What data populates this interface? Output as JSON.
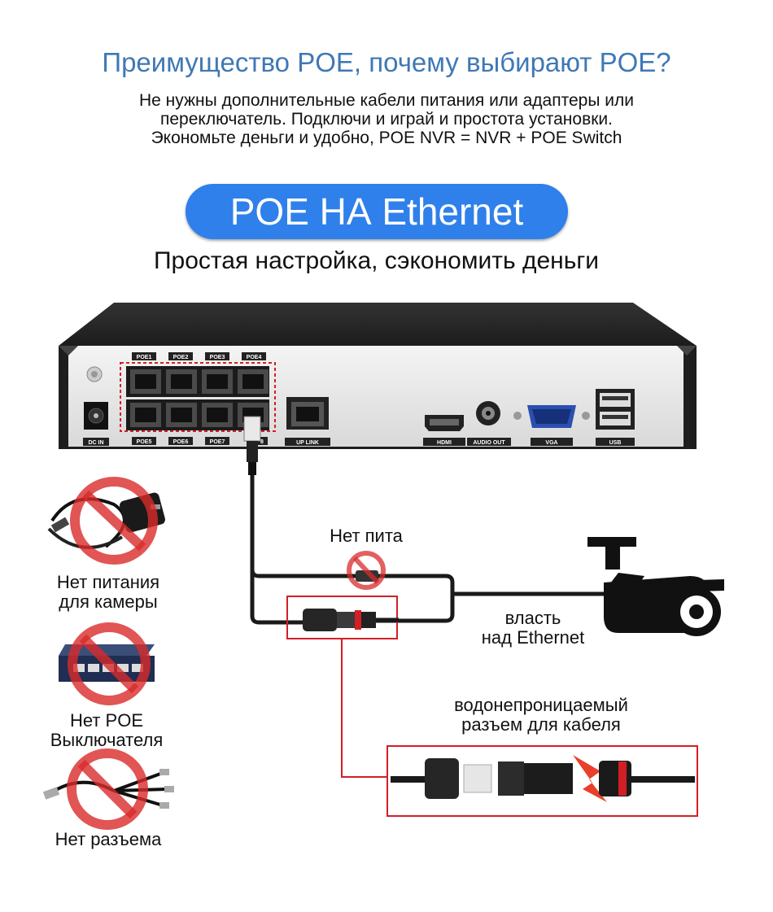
{
  "heading": "Преимущество POE, почему выбирают POE?",
  "subtext": [
    "Не нужны дополнительные кабели питания или адаптеры или",
    "переключатель. Подключи и играй и простота установки.",
    "Экономьте деньги и удобно, POE NVR = NVR + POE Switch"
  ],
  "badge": "POE НА Ethernet",
  "tagline": "Простая настройка,  сэкономить деньги",
  "nvr": {
    "ports_top": [
      "POE1",
      "POE2",
      "POE3",
      "POE4"
    ],
    "ports_bottom": [
      "POE5",
      "POE6",
      "POE7",
      "8"
    ],
    "dc_in": "DC IN",
    "uplink": "UP LINK",
    "hdmi": "HDMI",
    "audio_out": "AUDIO OUT",
    "vga": "VGA",
    "usb": "USB"
  },
  "no_items": [
    {
      "line1": "Нет питания",
      "line2": "для камеры"
    },
    {
      "line1": "Нет  POE",
      "line2": "Выключателя"
    },
    {
      "line1": "Нет разъема",
      "line2": ""
    }
  ],
  "labels": {
    "no_power": "Нет пита",
    "power_line1": "власть",
    "power_line2": "над Ethernet",
    "waterproof_line1": "водонепроницаемый",
    "waterproof_line2": "разъем для кабеля"
  },
  "colors": {
    "heading": "#3f78b5",
    "badge": "#2f80ea",
    "red": "#d21f26"
  }
}
